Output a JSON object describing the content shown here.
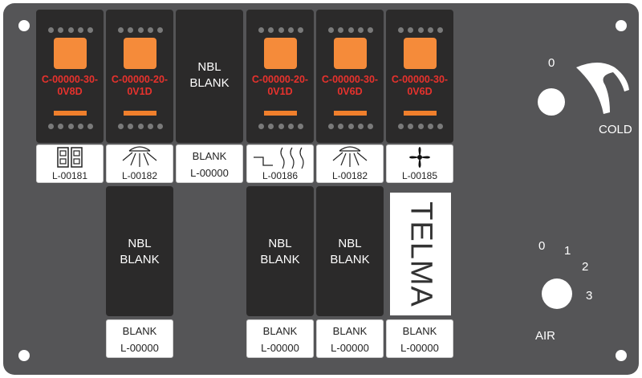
{
  "switches_top": [
    {
      "type": "rocker",
      "code_line1": "C-00000-30-",
      "code_line2": "0V8D",
      "label_code": "L-00181",
      "icon": "dual-square-icon"
    },
    {
      "type": "rocker",
      "code_line1": "C-00000-20-",
      "code_line2": "0V1D",
      "label_code": "L-00182",
      "icon": "light-icon"
    },
    {
      "type": "blank",
      "nbl1": "NBL",
      "nbl2": "BLANK",
      "label1": "BLANK",
      "label2": "L-00000"
    },
    {
      "type": "rocker",
      "code_line1": "C-00000-20-",
      "code_line2": "0V1D",
      "label_code": "L-00186",
      "icon": "heater-icon"
    },
    {
      "type": "rocker",
      "code_line1": "C-00000-30-",
      "code_line2": "0V6D",
      "label_code": "L-00182",
      "icon": "light-icon"
    },
    {
      "type": "rocker",
      "code_line1": "C-00000-30-",
      "code_line2": "0V6D",
      "label_code": "L-00185",
      "icon": "fan-icon"
    }
  ],
  "switches_bottom": [
    {
      "nbl1": "NBL",
      "nbl2": "BLANK",
      "label1": "BLANK",
      "label2": "L-00000"
    },
    {
      "nbl1": "NBL",
      "nbl2": "BLANK",
      "label1": "BLANK",
      "label2": "L-00000"
    },
    {
      "nbl1": "NBL",
      "nbl2": "BLANK",
      "label1": "BLANK",
      "label2": "L-00000"
    }
  ],
  "telma": {
    "text": "TELMA",
    "label1": "BLANK",
    "label2": "L-00000"
  },
  "temp_knob": {
    "zero": "0",
    "label": "COLD"
  },
  "air_knob": {
    "steps": [
      "0",
      "1",
      "2",
      "3"
    ],
    "label": "AIR"
  },
  "colors": {
    "panel": "#555557",
    "switch": "#2b2a2a",
    "rocker": "#f58b3a",
    "code_text": "#e8322d"
  }
}
